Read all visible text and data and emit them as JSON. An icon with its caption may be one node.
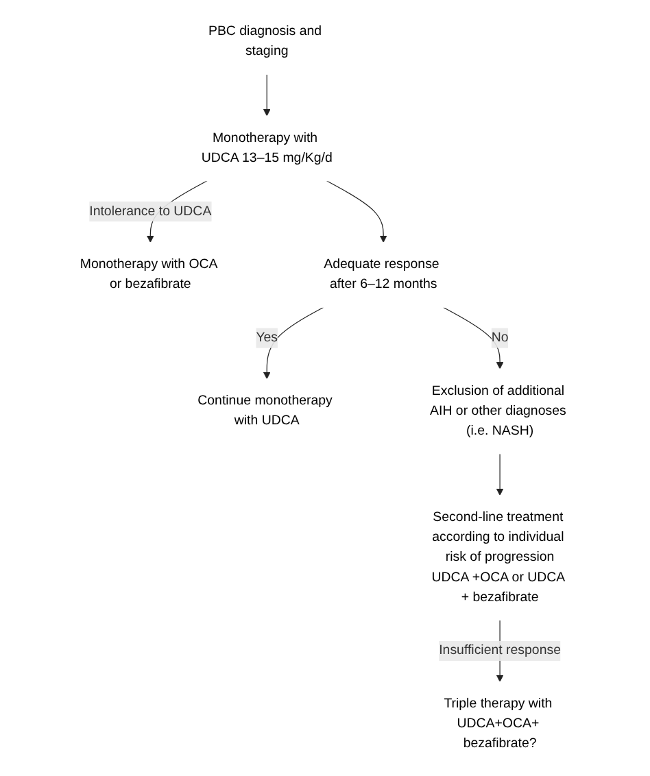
{
  "diagram": {
    "nodes": [
      {
        "text": [
          "PBC diagnosis and staging"
        ]
      },
      {
        "text": [
          "Monotherapy with UDCA 13–15 mg/Kg/d"
        ]
      },
      {
        "text": [
          "Monotherapy with OCA or bezafibrate"
        ]
      },
      {
        "text": [
          "Adequate response after 6–12 months"
        ]
      },
      {
        "text": [
          "Continue monotherapy with UDCA"
        ]
      },
      {
        "text": [
          "Exclusion of additional AIH or other diagnoses (i.e. NASH)"
        ]
      },
      {
        "text": [
          "Second-line treatment according to individual risk of progression",
          "UDCA +OCA or UDCA + bezafibrate"
        ]
      },
      {
        "text": [
          "Triple therapy with UDCA+OCA+ bezafibrate?"
        ]
      }
    ],
    "edges": [
      {
        "from": 0,
        "to": 1,
        "arrow": "to"
      },
      {
        "from": 1,
        "to": 2,
        "arrow": "to",
        "label": "Intolerance to UDCA"
      },
      {
        "from": 1,
        "to": 3,
        "arrow": "to"
      },
      {
        "from": 3,
        "to": 4,
        "arrow": "to",
        "label": "Yes"
      },
      {
        "from": 3,
        "to": 5,
        "arrow": "to",
        "label": "No"
      },
      {
        "from": 5,
        "to": 6,
        "arrow": "to"
      },
      {
        "from": 6,
        "to": 7,
        "arrow": "to",
        "label": "Insufficient response"
      }
    ]
  }
}
